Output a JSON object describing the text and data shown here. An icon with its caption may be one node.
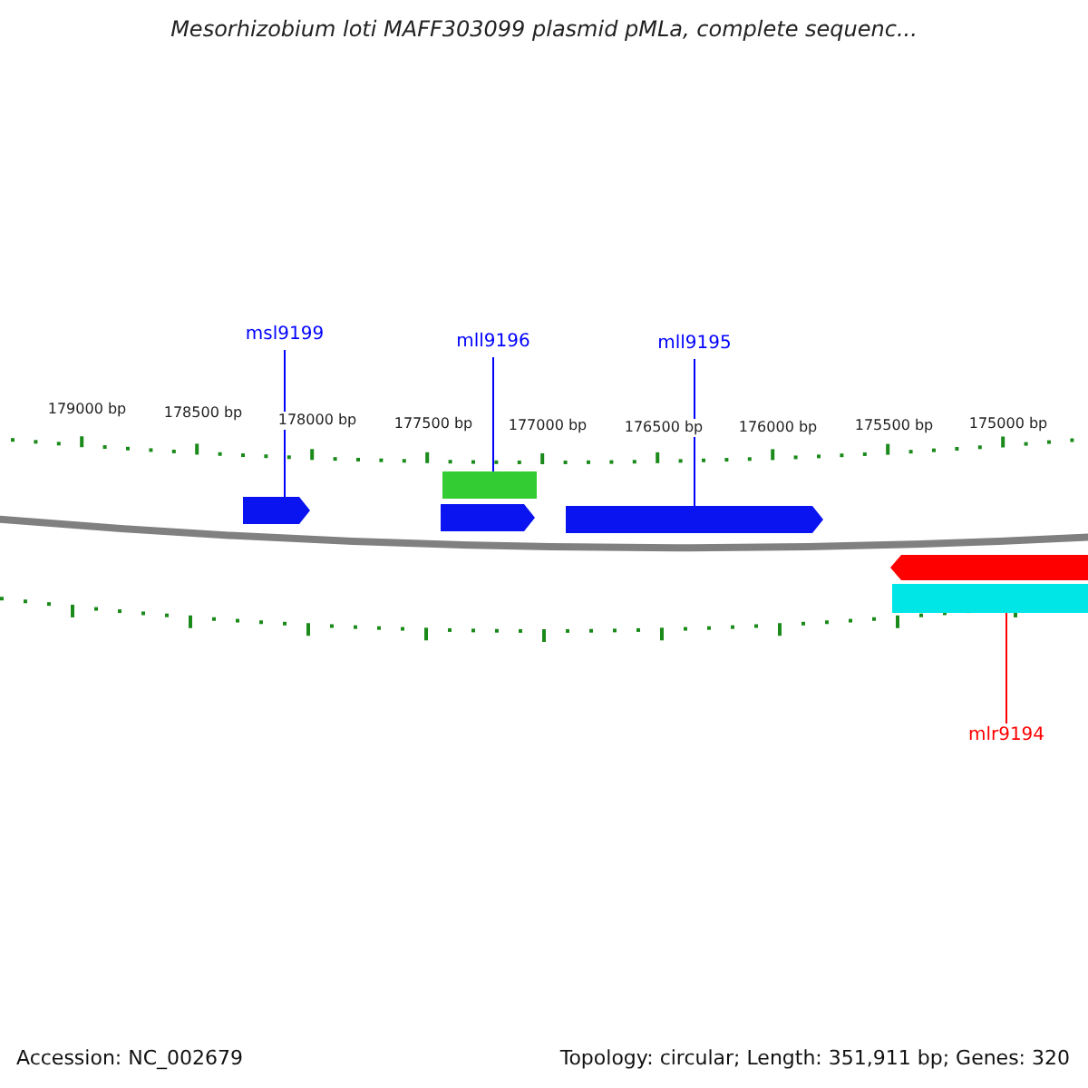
{
  "diagram": {
    "title": "Mesorhizobium loti MAFF303099 plasmid pMLa, complete sequenc...",
    "nodes": [
      {
        "text": [
          "msl9199"
        ]
      },
      {
        "text": [
          "mll9196"
        ]
      },
      {
        "text": [
          "mll9195"
        ]
      },
      {
        "text": [
          "mlr9194"
        ]
      },
      {
        "text": [],
        "shape": "box"
      },
      {
        "text": [],
        "shape": "bar"
      },
      {
        "text": [],
        "shape": "box"
      },
      {
        "text": [],
        "shape": "box"
      },
      {
        "text": [],
        "shape": "box"
      },
      {
        "text": [],
        "shape": "bar"
      }
    ],
    "edges": [
      {
        "from": 0,
        "to": 4,
        "arrow": "none"
      },
      {
        "from": 1,
        "to": 5,
        "arrow": "none"
      },
      {
        "from": 2,
        "to": 7,
        "arrow": "none"
      },
      {
        "from": 3,
        "to": 9,
        "arrow": "none",
        "color": "#ff0000"
      }
    ],
    "labels": [
      "179000 bp",
      "178500 bp",
      "178000 bp",
      "177500 bp",
      "177000 bp",
      "176500 bp",
      "176000 bp",
      "175500 bp",
      "175000 bp",
      "Accession: NC_002679",
      "Topology: circular; Length: 351,911 bp; Genes: 320"
    ]
  }
}
